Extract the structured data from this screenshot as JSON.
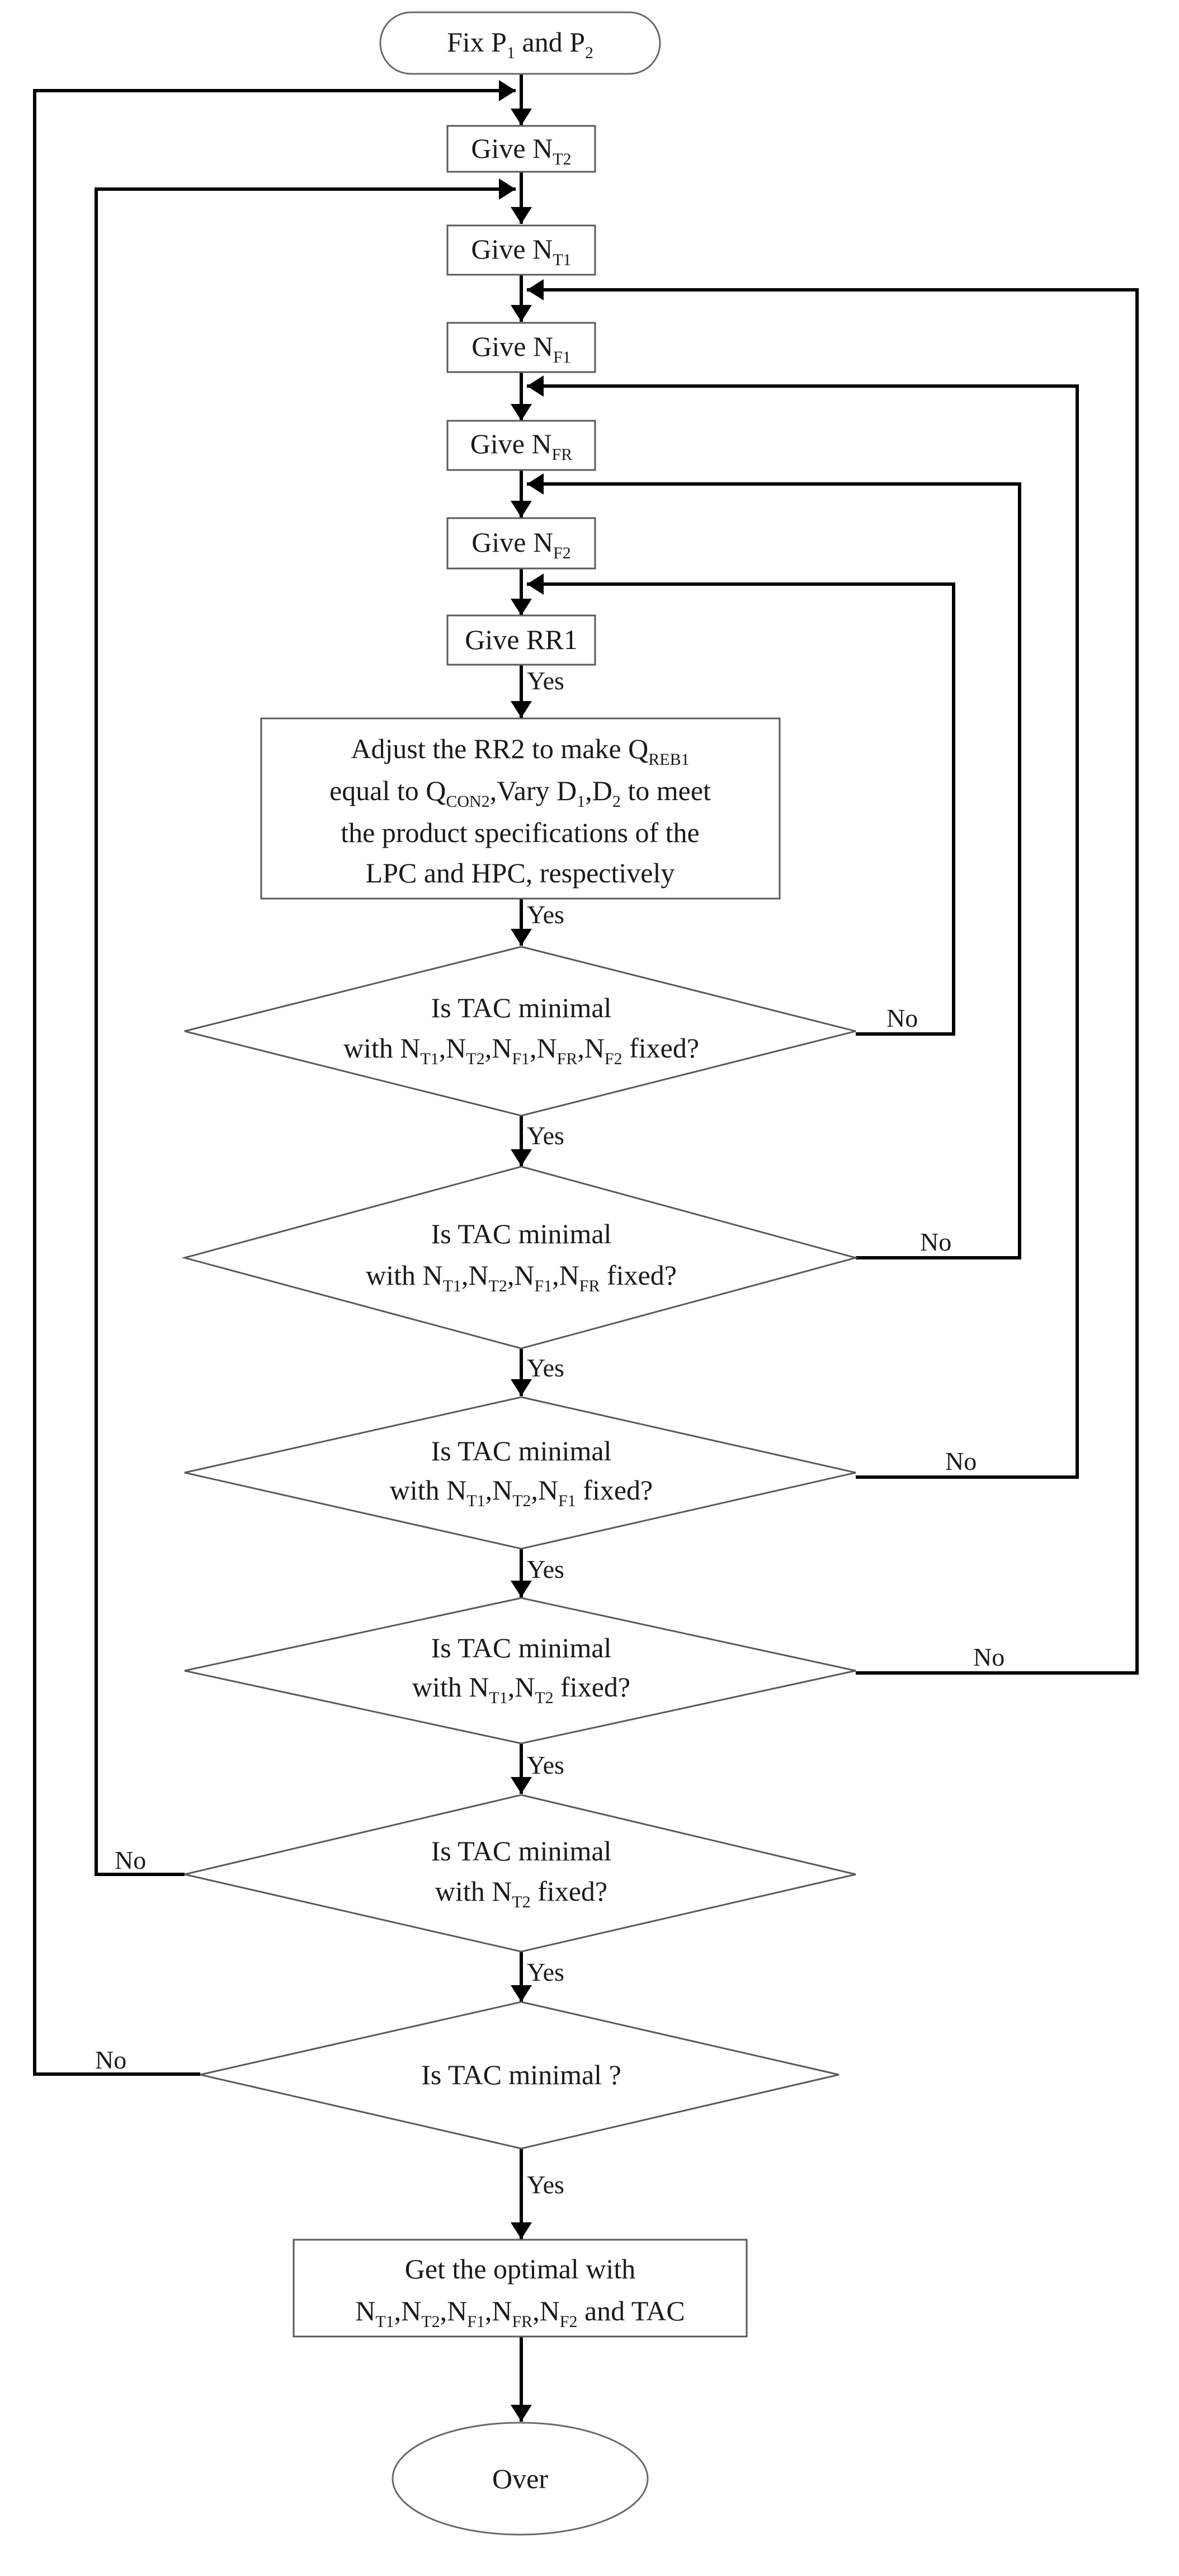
{
  "start": {
    "text": "Fix P",
    "s1": "1",
    "mid": " and P",
    "s2": "2"
  },
  "steps": {
    "nt2": {
      "pre": "Give N",
      "sub": "T2"
    },
    "nt1": {
      "pre": "Give N",
      "sub": "T1"
    },
    "nf1": {
      "pre": "Give N",
      "sub": "F1"
    },
    "nfr": {
      "pre": "Give N",
      "sub": "FR"
    },
    "nf2": {
      "pre": "Give N",
      "sub": "F2"
    },
    "rr1": {
      "text": "Give RR1"
    }
  },
  "adjust": {
    "line1": {
      "pre": "Adjust the RR2  to make Q",
      "sub": "REB1"
    },
    "line2": {
      "pre": "equal to Q",
      "sub1": "CON2",
      "mid": ",Vary D",
      "sub2": "1",
      "mid2": ",D",
      "sub3": "2",
      "post": " to meet"
    },
    "line3": "the product specifications of the",
    "line4": "LPC and HPC, respectively"
  },
  "decisions": {
    "d1": {
      "title": "Is TAC minimal",
      "with": "with N",
      "parts": [
        {
          "sub": "T1",
          "after": ",N"
        },
        {
          "sub": "T2",
          "after": ",N"
        },
        {
          "sub": "F1",
          "after": ",N"
        },
        {
          "sub": "FR",
          "after": ",N"
        },
        {
          "sub": "F2",
          "after": " fixed?"
        }
      ]
    },
    "d2": {
      "title": "Is TAC minimal",
      "with": "with N",
      "parts": [
        {
          "sub": "T1",
          "after": ",N"
        },
        {
          "sub": "T2",
          "after": ",N"
        },
        {
          "sub": "F1",
          "after": ",N"
        },
        {
          "sub": "FR",
          "after": " fixed?"
        }
      ]
    },
    "d3": {
      "title": "Is TAC minimal",
      "with": "with N",
      "parts": [
        {
          "sub": "T1",
          "after": ",N"
        },
        {
          "sub": "T2",
          "after": ",N"
        },
        {
          "sub": "F1",
          "after": " fixed?"
        }
      ]
    },
    "d4": {
      "title": "Is TAC minimal",
      "with": "with N",
      "parts": [
        {
          "sub": "T1",
          "after": ",N"
        },
        {
          "sub": "T2",
          "after": " fixed?"
        }
      ]
    },
    "d5": {
      "title": "Is TAC minimal",
      "with": "with N",
      "parts": [
        {
          "sub": "T2",
          "after": " fixed?"
        }
      ]
    },
    "d6": {
      "title": "Is TAC minimal ?"
    }
  },
  "result": {
    "line1": "Get the optimal with",
    "parts": [
      {
        "pre": "N",
        "sub": "T1"
      },
      {
        "pre": ",N",
        "sub": "T2"
      },
      {
        "pre": ",N",
        "sub": "F1"
      },
      {
        "pre": ",N",
        "sub": "FR"
      },
      {
        "pre": ",N",
        "sub": "F2"
      }
    ],
    "tail": "  and TAC"
  },
  "end": {
    "text": "Over"
  },
  "labels": {
    "yes": "Yes",
    "no": "No"
  }
}
